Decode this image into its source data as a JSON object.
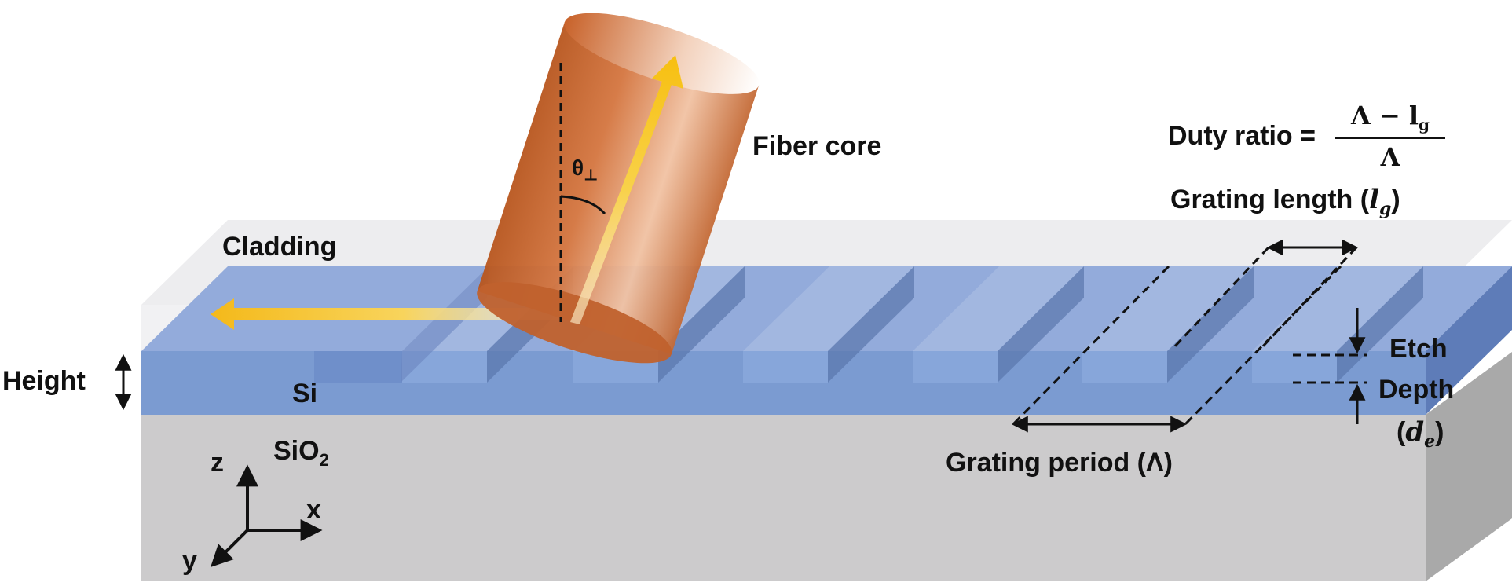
{
  "labels": {
    "fiber_core": "Fiber core",
    "theta": "θ",
    "theta_sub": "⊥",
    "cladding": "Cladding",
    "height": "Height",
    "si": "Si",
    "sio2_main": "SiO",
    "sio2_sub": "2",
    "duty_ratio": "Duty ratio =",
    "duty_num": "Λ − l",
    "duty_num_sub": "g",
    "duty_den": "Λ",
    "grating_length": "Grating length (",
    "grating_length_var": "l",
    "grating_length_sub": "g",
    "grating_length_close": ")",
    "etch": "Etch",
    "depth": "Depth",
    "de_open": "(",
    "de_var": "d",
    "de_sub": "e",
    "de_close": ")",
    "grating_period": "Grating period (Λ)",
    "axis_z": "z",
    "axis_x": "x",
    "axis_y": "y"
  },
  "colors": {
    "silicon": "#7b9bd1",
    "silicon_top": "#93abdb",
    "silicon_dark": "#5a76ad",
    "substrate": "#cccbcc",
    "substrate_side": "#a9a9a9",
    "cladding": "#e9e9eb",
    "fiber": "#c8622a",
    "beam": "#f6c32a"
  }
}
